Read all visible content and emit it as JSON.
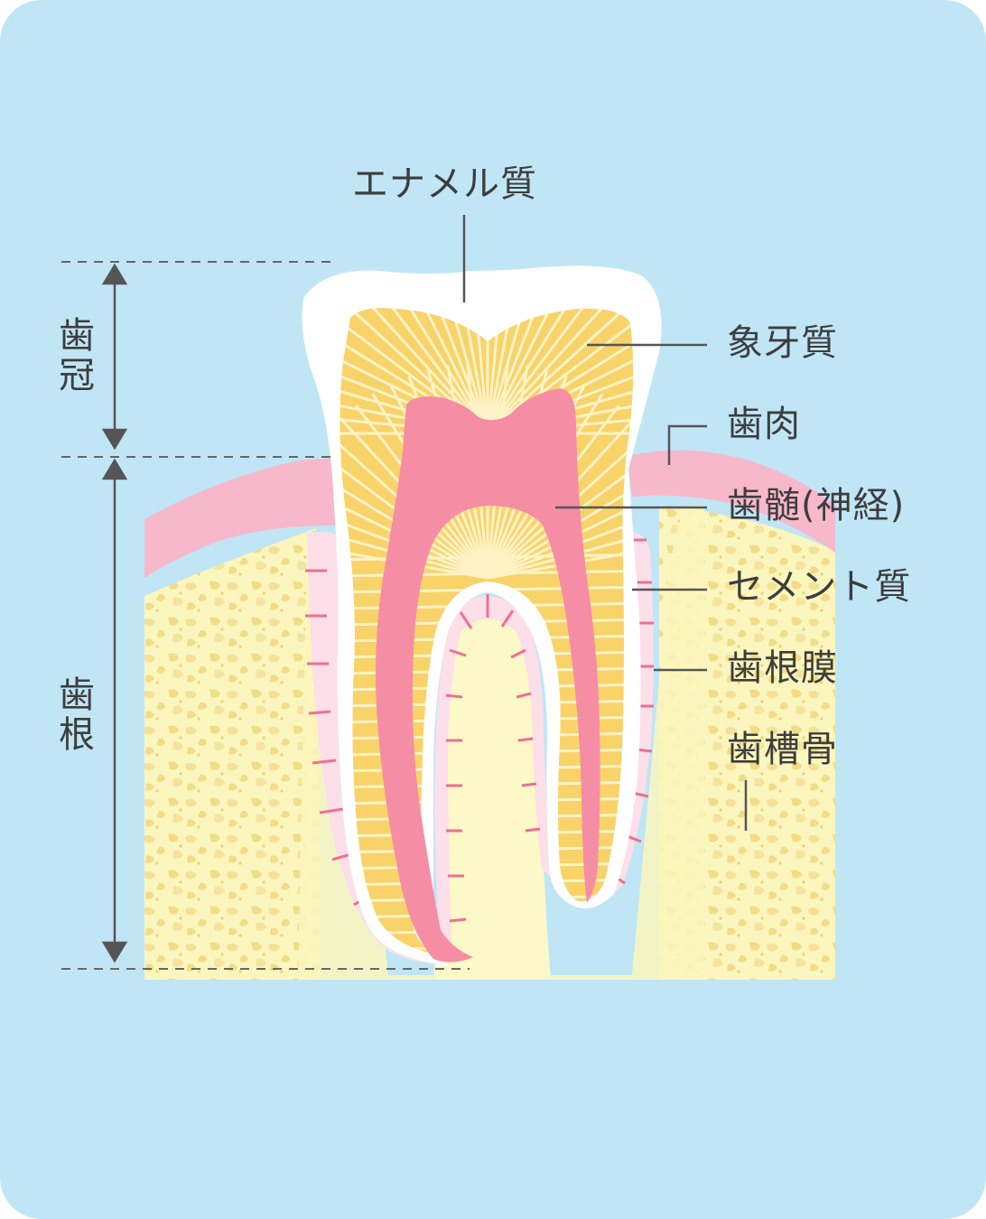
{
  "labels": {
    "enamel": "エナメル質",
    "dentin": "象牙質",
    "gum": "歯肉",
    "pulp": "歯髄(神経)",
    "cementum": "セメント質",
    "periodontal_ligament": "歯根膜",
    "alveolar_bone": "歯槽骨",
    "crown": "歯冠",
    "root": "歯根"
  },
  "colors": {
    "background": "#c0e6f6",
    "enamel": "#ffffff",
    "dentin": "#f8d36a",
    "dentin_stripe": "#fff3c6",
    "pulp": "#f58ea4",
    "gum": "#f7b8cc",
    "bone": "#fbf6bd",
    "bone_pattern": "#f2dc87",
    "ligament": "#fcdfe8",
    "ligament_tick": "#ee6f92",
    "line": "#555555"
  }
}
